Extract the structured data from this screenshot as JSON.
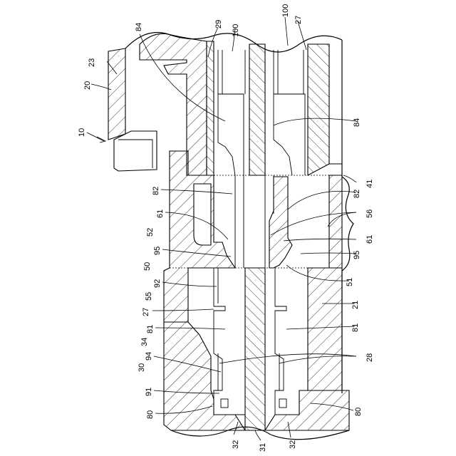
{
  "labels": {
    "l84_top": "84",
    "l29": "29",
    "l100_a": "100",
    "l100_b": "100",
    "l27_top": "27",
    "l23": "23",
    "l20": "20",
    "l10": "10",
    "l84_right": "84",
    "l82_left": "82",
    "l82_right": "82",
    "l41": "41",
    "l56": "56",
    "l61_left": "61",
    "l61_right": "61",
    "l52": "52",
    "l95_left": "95",
    "l95_right": "95",
    "l50": "50",
    "l51": "51",
    "l92": "92",
    "l55": "55",
    "l21": "21",
    "l27_left": "27",
    "l81_left": "81",
    "l81_right": "81",
    "l34": "34",
    "l28": "28",
    "l94": "94",
    "l30": "30",
    "l91": "91",
    "l80_left": "80",
    "l80_right": "80",
    "l32_left": "32",
    "l31": "31",
    "l32_right": "32"
  }
}
